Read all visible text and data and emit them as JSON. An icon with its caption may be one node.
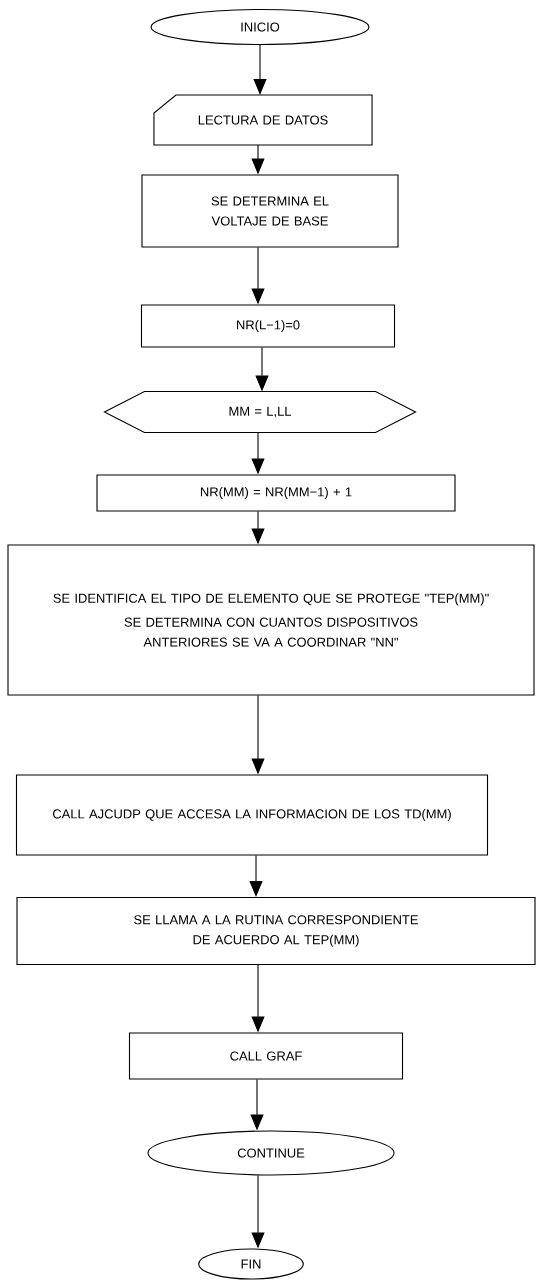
{
  "diagram": {
    "nodes": [
      {
        "text": [
          "INICIO"
        ]
      },
      {
        "text": [
          "LECTURA DE DATOS"
        ]
      },
      {
        "text": [
          "SE DETERMINA EL VOLTAJE DE BASE"
        ]
      },
      {
        "text": [
          "NR(L−1)=0"
        ]
      },
      {
        "text": [
          "MM = L,LL"
        ]
      },
      {
        "text": [
          "NR(MM) = NR(MM−1) + 1"
        ]
      },
      {
        "text": [
          "SE IDENTIFICA EL TIPO DE ELEMENTO QUE SE PROTEGE \"TEP(MM)\"",
          "SE DETERMINA CON CUANTOS DISPOSITIVOS ANTERIORES SE VA A COORDINAR \"NN\""
        ]
      },
      {
        "text": [
          "CALL AJCUDP QUE ACCESA LA INFORMACION DE LOS TD(MM)"
        ]
      },
      {
        "text": [
          "SE LLAMA A LA RUTINA CORRESPONDIENTE DE ACUERDO AL TEP(MM)"
        ]
      },
      {
        "text": [
          "CALL GRAF"
        ]
      },
      {
        "text": [
          "CONTINUE"
        ]
      },
      {
        "text": [
          "FIN"
        ]
      }
    ],
    "edges": [
      {
        "from": 0,
        "to": 1,
        "arrow": "to"
      },
      {
        "from": 1,
        "to": 2,
        "arrow": "to"
      },
      {
        "from": 2,
        "to": 3,
        "arrow": "to"
      },
      {
        "from": 3,
        "to": 4,
        "arrow": "to"
      },
      {
        "from": 4,
        "to": 5,
        "arrow": "to"
      },
      {
        "from": 5,
        "to": 6,
        "arrow": "to"
      },
      {
        "from": 6,
        "to": 7,
        "arrow": "to"
      },
      {
        "from": 7,
        "to": 8,
        "arrow": "to"
      },
      {
        "from": 8,
        "to": 9,
        "arrow": "to"
      },
      {
        "from": 9,
        "to": 10,
        "arrow": "to"
      },
      {
        "from": 10,
        "to": 11,
        "arrow": "to"
      }
    ]
  }
}
